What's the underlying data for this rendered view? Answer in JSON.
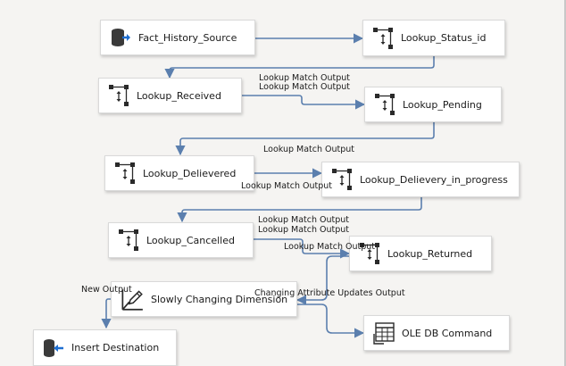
{
  "colors": {
    "connector": "#5b7fae",
    "background": "#f5f4f2"
  },
  "nodes": {
    "fact_history_source": {
      "label": "Fact_History_Source",
      "icon": "ole-db-source-icon"
    },
    "lookup_status_id": {
      "label": "Lookup_Status_id",
      "icon": "lookup-icon"
    },
    "lookup_received": {
      "label": "Lookup_Received",
      "icon": "lookup-icon"
    },
    "lookup_pending": {
      "label": "Lookup_Pending",
      "icon": "lookup-icon"
    },
    "lookup_delievered": {
      "label": "Lookup_Delievered",
      "icon": "lookup-icon"
    },
    "lookup_delievery_in_progress": {
      "label": "Lookup_Delievery_in_progress",
      "icon": "lookup-icon"
    },
    "lookup_cancelled": {
      "label": "Lookup_Cancelled",
      "icon": "lookup-icon"
    },
    "lookup_returned": {
      "label": "Lookup_Returned",
      "icon": "lookup-icon"
    },
    "slowly_changing_dimension": {
      "label": "Slowly Changing Dimension",
      "icon": "scd-icon"
    },
    "ole_db_command": {
      "label": "OLE DB Command",
      "icon": "ole-db-command-icon"
    },
    "insert_destination": {
      "label": "Insert Destination",
      "icon": "ole-db-destination-icon"
    }
  },
  "edge_labels": {
    "l1": "Lookup Match Output",
    "l2": "Lookup Match Output",
    "l3": "Lookup Match Output",
    "l4": "Lookup Match Output",
    "l5": "Lookup Match Output",
    "l6": "Lookup Match Output",
    "l7": "Lookup Match Output",
    "new_output": "New Output",
    "changing_attr": "Changing Attribute Updates Output"
  }
}
